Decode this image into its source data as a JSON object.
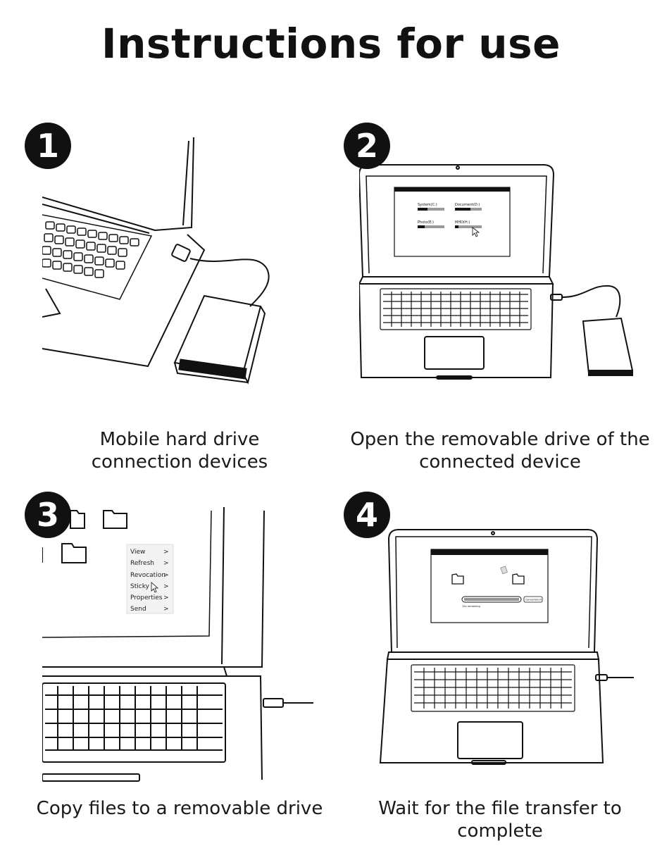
{
  "title": "Instructions for use",
  "steps": [
    {
      "number": "1",
      "caption_lines": [
        "Mobile hard drive",
        "connection devices"
      ]
    },
    {
      "number": "2",
      "caption_lines": [
        "Open the removable drive of the",
        "connected device"
      ],
      "screen": {
        "drives": [
          "System(C:)",
          "Document(D:)",
          "Photo(E:)",
          "MHD(H:)"
        ]
      }
    },
    {
      "number": "3",
      "caption_lines": [
        "Copy files to a removable drive"
      ],
      "context_menu": [
        "View",
        "Refresh",
        "Revocation",
        "Sticky",
        "Properties",
        "Send"
      ],
      "menu_arrow": ">"
    },
    {
      "number": "4",
      "caption_lines": [
        "Wait for the file transfer to",
        "complete"
      ],
      "transfer": {
        "remaining": "15s remaining",
        "cancel_label": "Cancel/return"
      }
    }
  ]
}
